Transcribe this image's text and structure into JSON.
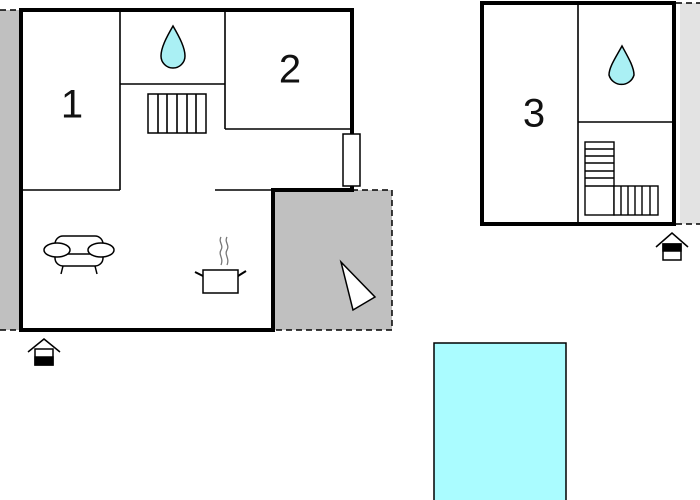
{
  "plan": {
    "rooms": [
      {
        "label": "1"
      },
      {
        "label": "2"
      },
      {
        "label": "3"
      }
    ],
    "colors": {
      "terrace": "#c0c0c0",
      "side_strip_right": "#e3e3e3",
      "pool": "#aafcff",
      "water_drop": "#aaf0f4"
    },
    "icons": [
      "water-drop-icon",
      "stairs-icon",
      "sofa-icon",
      "cooking-pot-icon",
      "entrance-icon",
      "window-icon",
      "terrace-triangle-icon"
    ]
  }
}
